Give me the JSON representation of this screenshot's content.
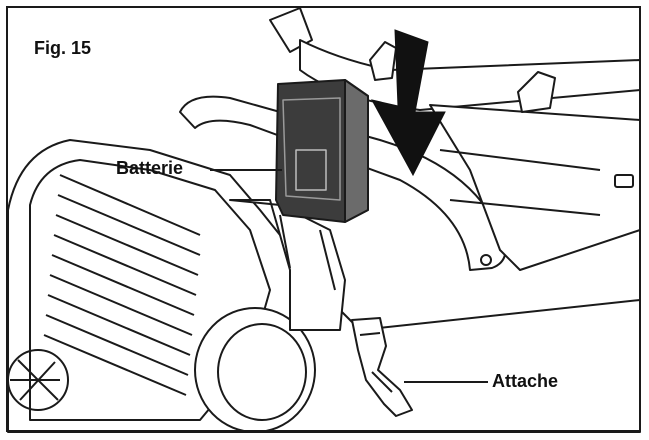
{
  "figure": {
    "title": "Fig. 15",
    "labels": {
      "battery": "Batterie",
      "clip": "Attache"
    }
  },
  "colors": {
    "line": "#1a1a1a",
    "body_fill": "#ffffff",
    "battery_fill": "#3c3c3c",
    "battery_shade": "#6b6b6b",
    "arrow_fill": "#111111"
  }
}
